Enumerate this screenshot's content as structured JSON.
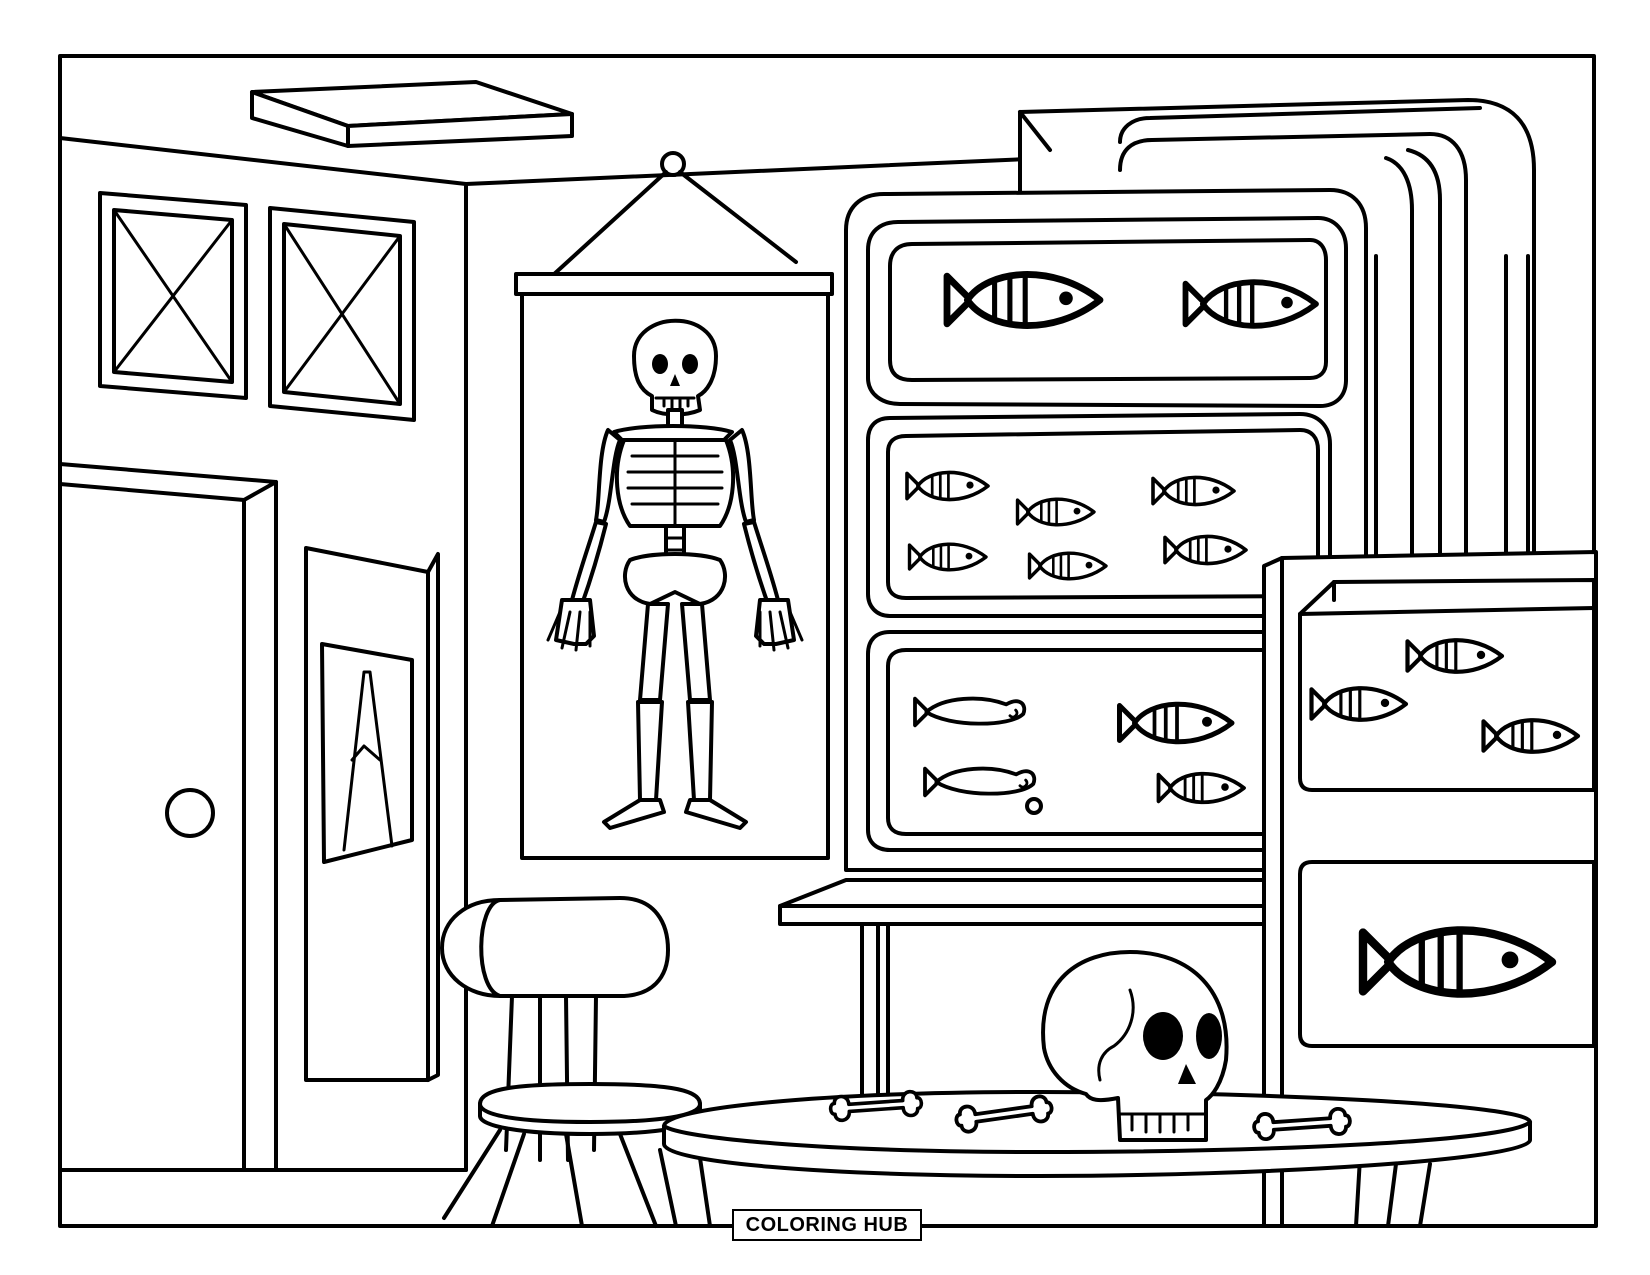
{
  "brand": {
    "label": "COLORING HUB"
  },
  "colors": {
    "line": "#000000",
    "paper": "#ffffff"
  },
  "scene": {
    "objects": [
      "ceiling-light",
      "wall-windows",
      "door",
      "wall-sign",
      "skeleton-poster",
      "fish-specimen-cabinet",
      "side-cabinet",
      "stool",
      "round-table",
      "skull",
      "bones"
    ]
  }
}
